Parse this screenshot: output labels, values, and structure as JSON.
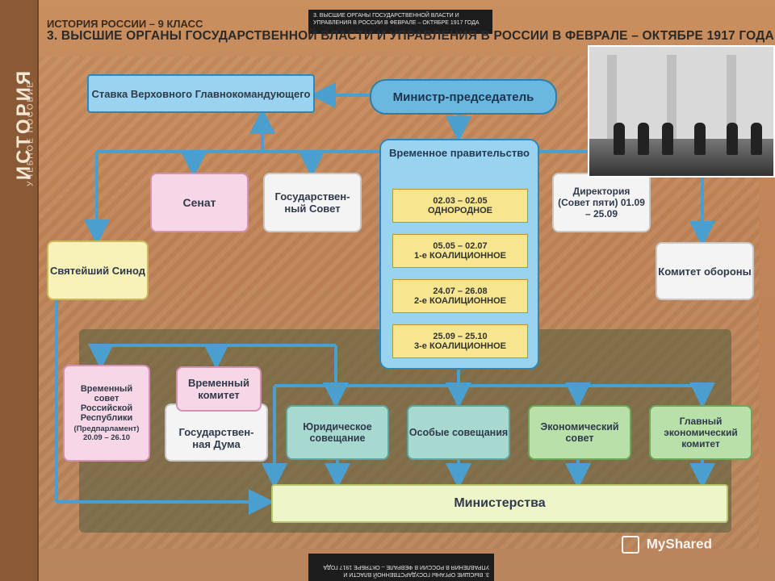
{
  "poster": {
    "spine_title": "ИСТОРИЯ",
    "spine_subtitle": "УЧЕБНОЕ ПОСОБИЕ",
    "series": "ИСТОРИЯ РОССИИ – 9 КЛАСС",
    "title": "3. ВЫСШИЕ ОРГАНЫ ГОСУДАРСТВЕННОЙ ВЛАСТИ И УПРАВЛЕНИЯ В РОССИИ В ФЕВРАЛЕ – ОКТЯБРЕ 1917 ГОДА",
    "tag_top": "3. ВЫСШИЕ ОРГАНЫ ГОСУДАРСТВЕННОЙ ВЛАСТИ И УПРАВЛЕНИЯ В РОССИИ В ФЕВРАЛЕ – ОКТЯБРЕ 1917 ГОДА",
    "tag_bottom": "3. ВЫСШИЕ ОРГАНЫ ГОСУДАРСТВЕННОЙ ВЛАСТИ И УПРАВЛЕНИЯ В РОССИИ В ФЕВРАЛЕ – ОКТЯБРЕ 1917 ГОДА"
  },
  "boxes": {
    "stavka": "Ставка Верховного Главнокомандующего",
    "minister_chairman": "Министр-председатель",
    "provisional_gov": "Временное правительство",
    "senate": "Сенат",
    "state_council": "Государствен-ный Совет",
    "directory": "Директория (Совет пяти) 01.09 – 25.09",
    "synod": "Святейший Синод",
    "defense_committee": "Комитет обороны",
    "temp_council": "Временный совет Российской Республики",
    "temp_council_note": "(Предпарламент) 20.09 – 26.10",
    "temp_committee": "Временный комитет",
    "state_duma": "Государствен-ная Дума",
    "legal_meeting": "Юридическое совещание",
    "special_meetings": "Особые совещания",
    "economic_council": "Экономический совет",
    "main_economic_committee": "Главный экономический комитет",
    "ministries": "Министерства"
  },
  "periods": [
    {
      "dates": "02.03 – 02.05",
      "label": "ОДНОРОДНОЕ"
    },
    {
      "dates": "05.05 – 02.07",
      "label": "1-е КОАЛИЦИОННОЕ"
    },
    {
      "dates": "24.07 – 26.08",
      "label": "2-е КОАЛИЦИОННОЕ"
    },
    {
      "dates": "25.09 – 25.10",
      "label": "3-е КОАЛИЦИОННОЕ"
    }
  ],
  "watermark": "MyShared",
  "colors": {
    "blue_box": "#9ad3f0",
    "pink_box": "#f7d6e6",
    "white_box": "#f4f4f4",
    "yellow_box": "#f8f2b8",
    "teal_box": "#a7d9d0",
    "green_box": "#b8e0a8",
    "period_box": "#f7e58f",
    "arrow": "#4a9fcf"
  }
}
